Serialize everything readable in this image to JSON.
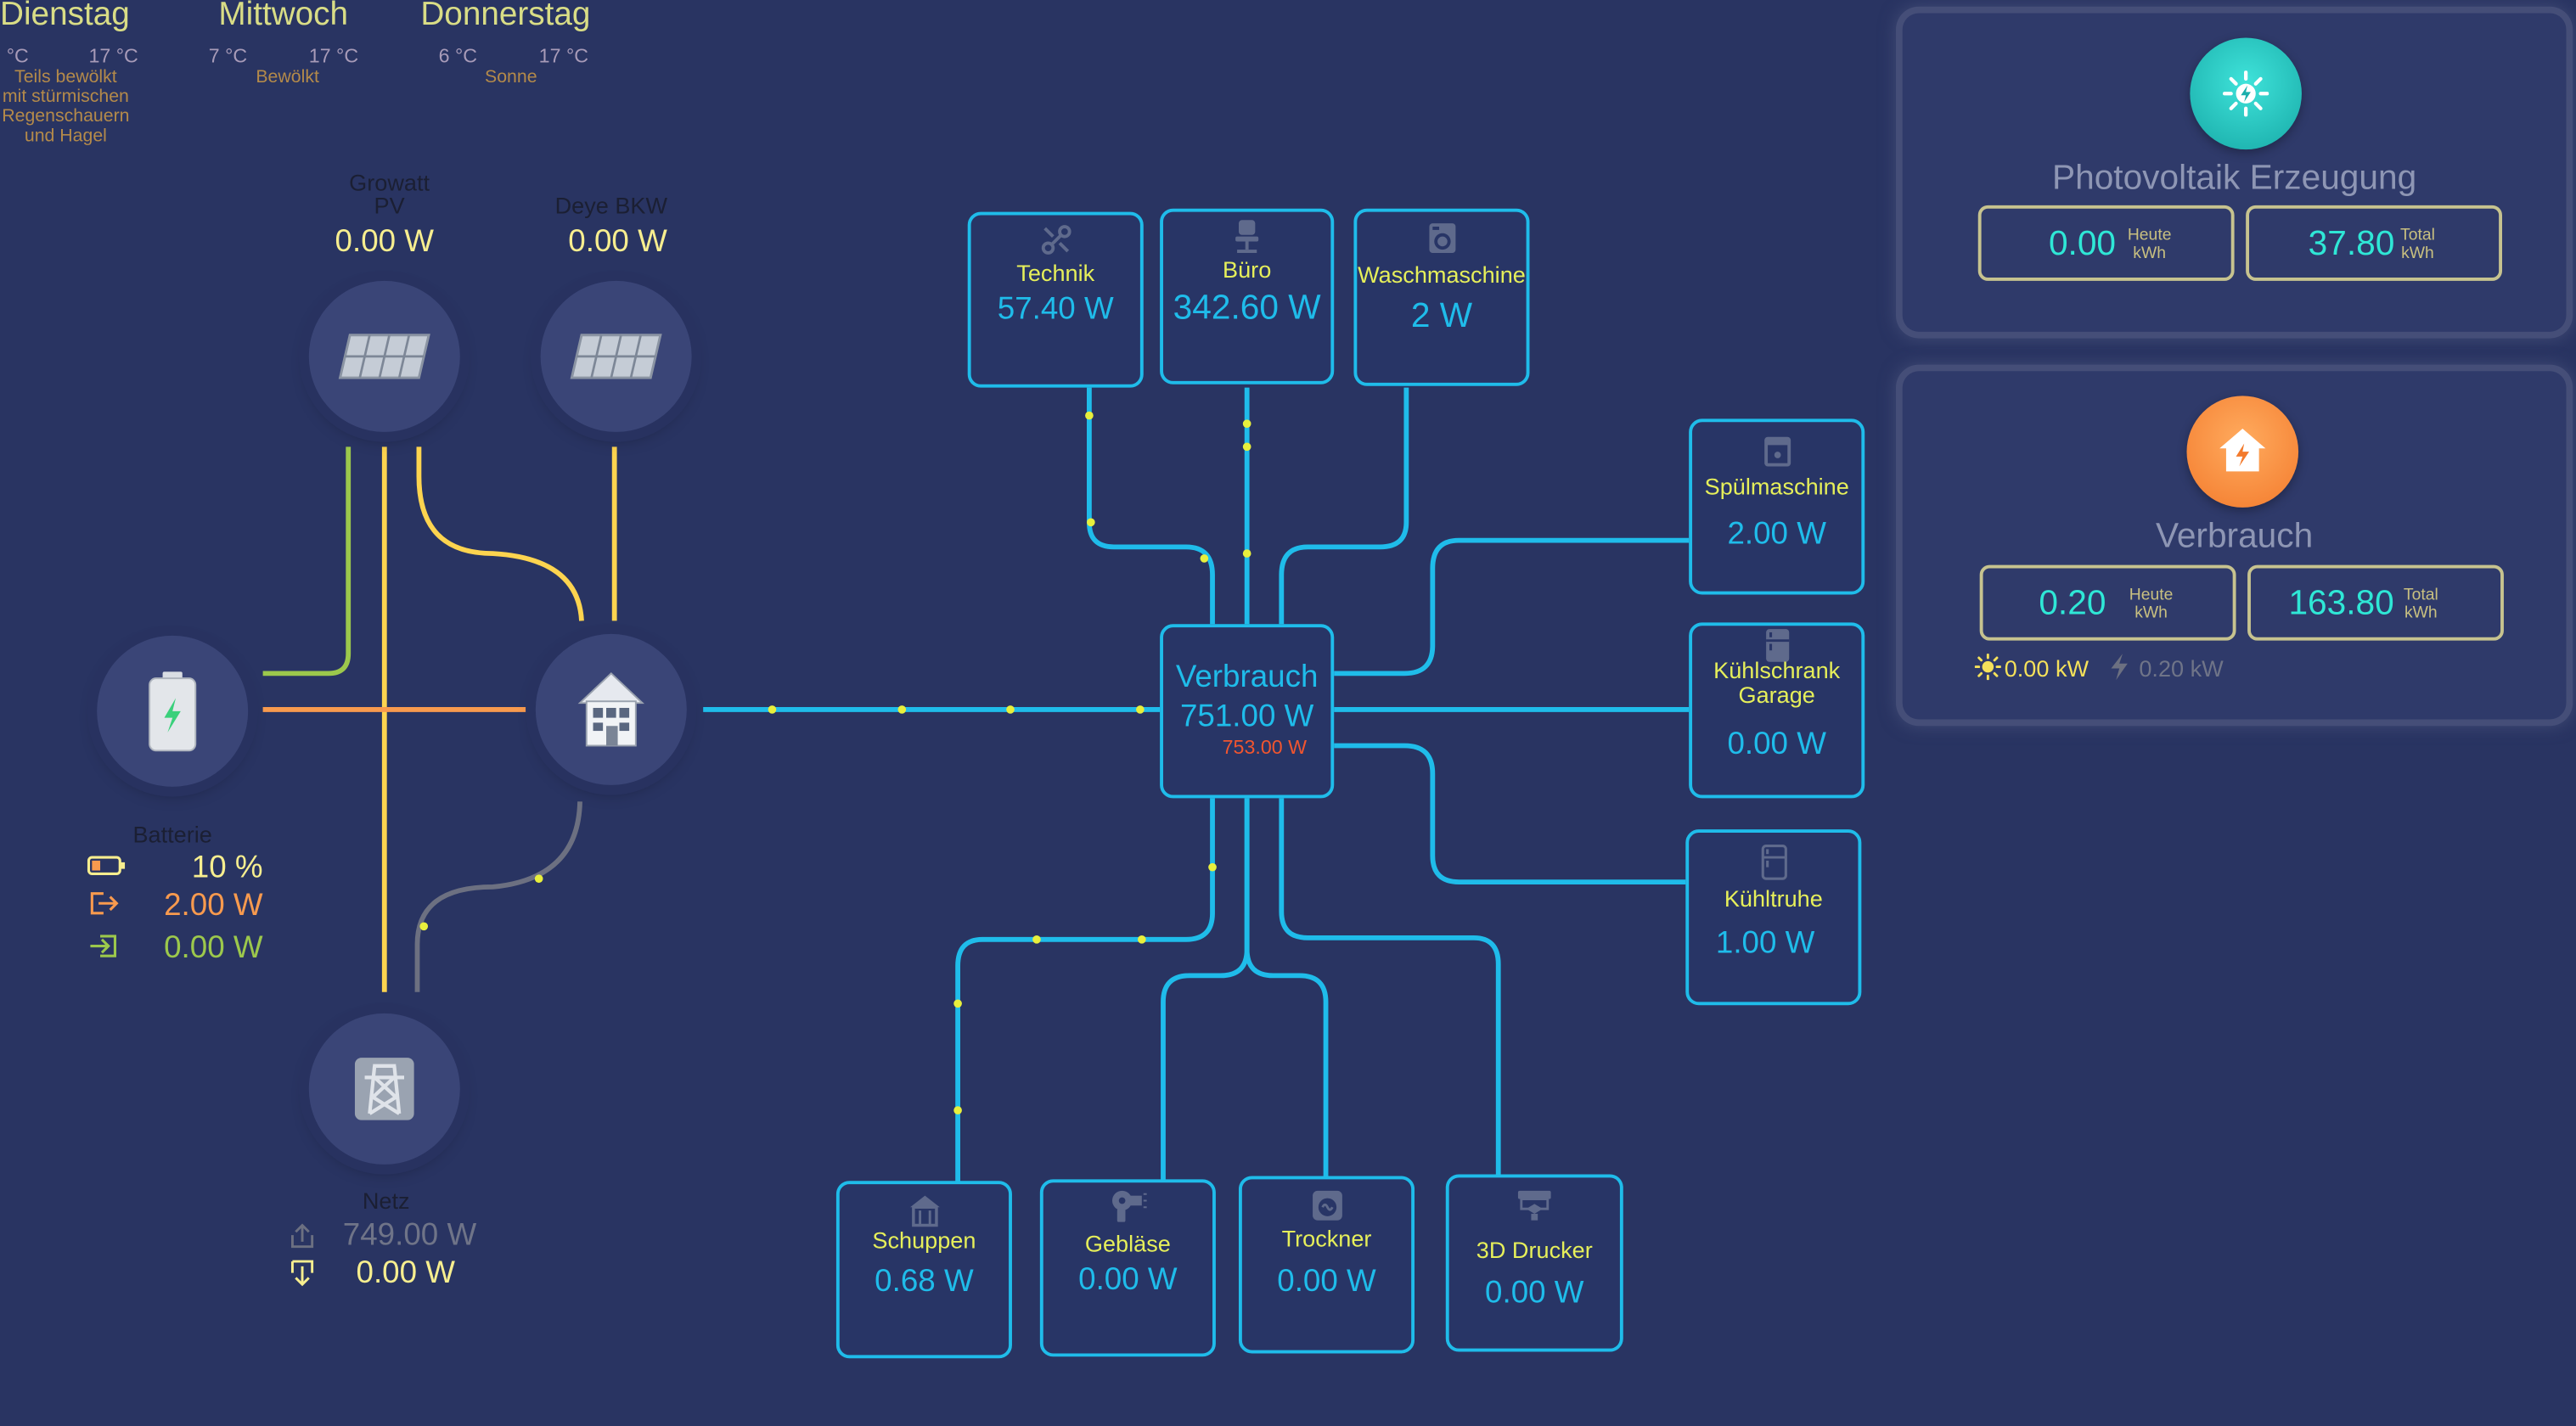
{
  "colors": {
    "background": "#293462",
    "consumer_blue": "#1fbcea",
    "title_yellow": "#e6ef5a",
    "solar_yellow": "#fdd44f",
    "battery_orange": "#f89a4e",
    "battery_green": "#9cc84c",
    "grid_gray": "#6c7081",
    "panel_teal": "#2fe7d6"
  },
  "weather": [
    {
      "day": "Dienstag",
      "low": "°C",
      "high": "17 °C",
      "desc": [
        "Teils bewölkt",
        "mit stürmischen",
        "Regenschauern",
        "und Hagel"
      ]
    },
    {
      "day": "Mittwoch",
      "low": "7 °C",
      "high": "17 °C",
      "desc": [
        "Bewölkt"
      ]
    },
    {
      "day": "Donnerstag",
      "low": "6 °C",
      "high": "17 °C",
      "desc": [
        "Sonne"
      ]
    }
  ],
  "sources": {
    "growatt": {
      "label1": "Growatt",
      "label2": "PV",
      "value": "0.00 W",
      "icon": "solar-panel-icon"
    },
    "deye": {
      "label": "Deye BKW",
      "value": "0.00 W",
      "icon": "solar-panel-icon"
    },
    "battery": {
      "label": "Batterie",
      "soc": "10 %",
      "discharge": "2.00 W",
      "charge": "0.00 W",
      "icon": "battery-charging-icon"
    },
    "home": {
      "icon": "house-icon"
    },
    "grid": {
      "label": "Netz",
      "import": "749.00 W",
      "export": "0.00 W",
      "icon": "transmission-tower-icon"
    }
  },
  "consumption": {
    "title": "Verbrauch",
    "value": "751.00 W",
    "secondary": "753.00 W"
  },
  "consumers": [
    {
      "name": "Technik",
      "value": "57.40 W",
      "icon": "tools-icon"
    },
    {
      "name": "Büro",
      "value": "342.60 W",
      "icon": "office-chair-icon"
    },
    {
      "name": "Waschmaschine",
      "value": "2 W",
      "icon": "washing-machine-icon"
    },
    {
      "name": "Spülmaschine",
      "value": "2.00 W",
      "icon": "dishwasher-icon"
    },
    {
      "name": "Kühlschrank Garage",
      "value": "0.00 W",
      "icon": "fridge-icon"
    },
    {
      "name": "Kühltruhe",
      "value": "1.00 W",
      "icon": "freezer-icon"
    },
    {
      "name": "Schuppen",
      "value": "0.68 W",
      "icon": "shed-icon"
    },
    {
      "name": "Gebläse",
      "value": "0.00 W",
      "icon": "hair-dryer-icon"
    },
    {
      "name": "Trockner",
      "value": "0.00 W",
      "icon": "tumble-dryer-icon"
    },
    {
      "name": "3D Drucker",
      "value": "0.00 W",
      "icon": "printer-3d-icon"
    }
  ],
  "panels": {
    "pv": {
      "title": "Photovoltaik Erzeugung",
      "today_value": "0.00",
      "today_label": "Heute",
      "today_unit": "kWh",
      "total_value": "37.80",
      "total_label": "Total",
      "total_unit": "kWh",
      "icon": "solar-power-icon"
    },
    "consumption": {
      "title": "Verbrauch",
      "today_value": "0.20",
      "today_label": "Heute",
      "today_unit": "kWh",
      "total_value": "163.80",
      "total_label": "Total",
      "total_unit": "kWh",
      "solar_kw": "0.00 kW",
      "grid_kw": "0.20 kW",
      "icon": "home-lightning-icon"
    }
  }
}
